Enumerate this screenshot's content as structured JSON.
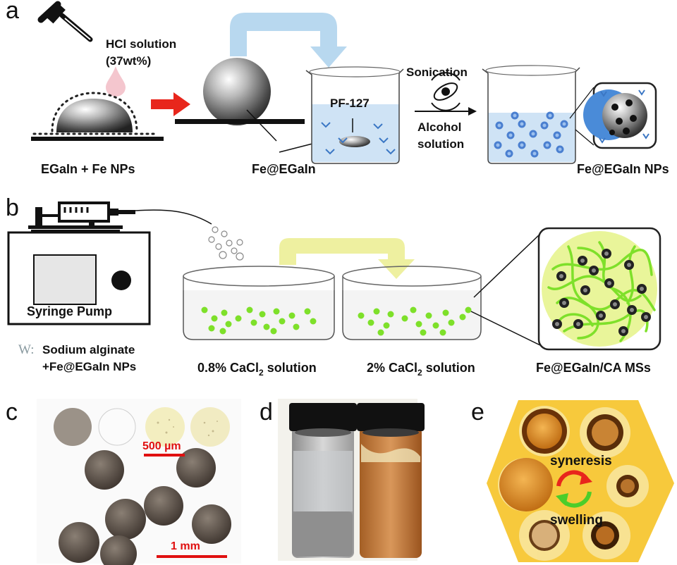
{
  "panels": {
    "a": {
      "letter": "a",
      "hcl_line1": "HCl solution",
      "hcl_line2": "(37wt%)",
      "label_egain_fe": "EGaIn + Fe NPs",
      "label_fe_egain": "Fe@EGaIn",
      "label_pf127": "PF-127",
      "label_sonication": "Sonication",
      "label_alcohol1": "Alcohol",
      "label_alcohol2": "solution",
      "label_nps": "Fe@EGaIn NPs"
    },
    "b": {
      "letter": "b",
      "label_pump": "Syringe Pump",
      "label_w": "W:",
      "label_w1": "Sodium alginate",
      "label_w2": "+Fe@EGaIn NPs",
      "label_cacl_08_pre": "0.8% CaCl",
      "label_cacl_08_sub": "2",
      "label_cacl_08_post": " solution",
      "label_cacl_2_pre": "2% CaCl",
      "label_cacl_2_sub": "2",
      "label_cacl_2_post": " solution",
      "label_ms": "Fe@EGaIn/CA MSs"
    },
    "c": {
      "letter": "c",
      "scale_500": "500 µm",
      "scale_1mm": "1 mm"
    },
    "d": {
      "letter": "d"
    },
    "e": {
      "letter": "e",
      "label_syneresis": "syneresis",
      "label_swelling": "swelling"
    }
  },
  "colors": {
    "red_arrow": "#e8261c",
    "blue_arrow": "#b8d8ef",
    "yellow_arrow": "#eef0a0",
    "green_dots": "#7ee02a",
    "blue_particles": "#4a7fd0",
    "hexagon": "#f7c93c",
    "scale_bar": "#e01010"
  }
}
